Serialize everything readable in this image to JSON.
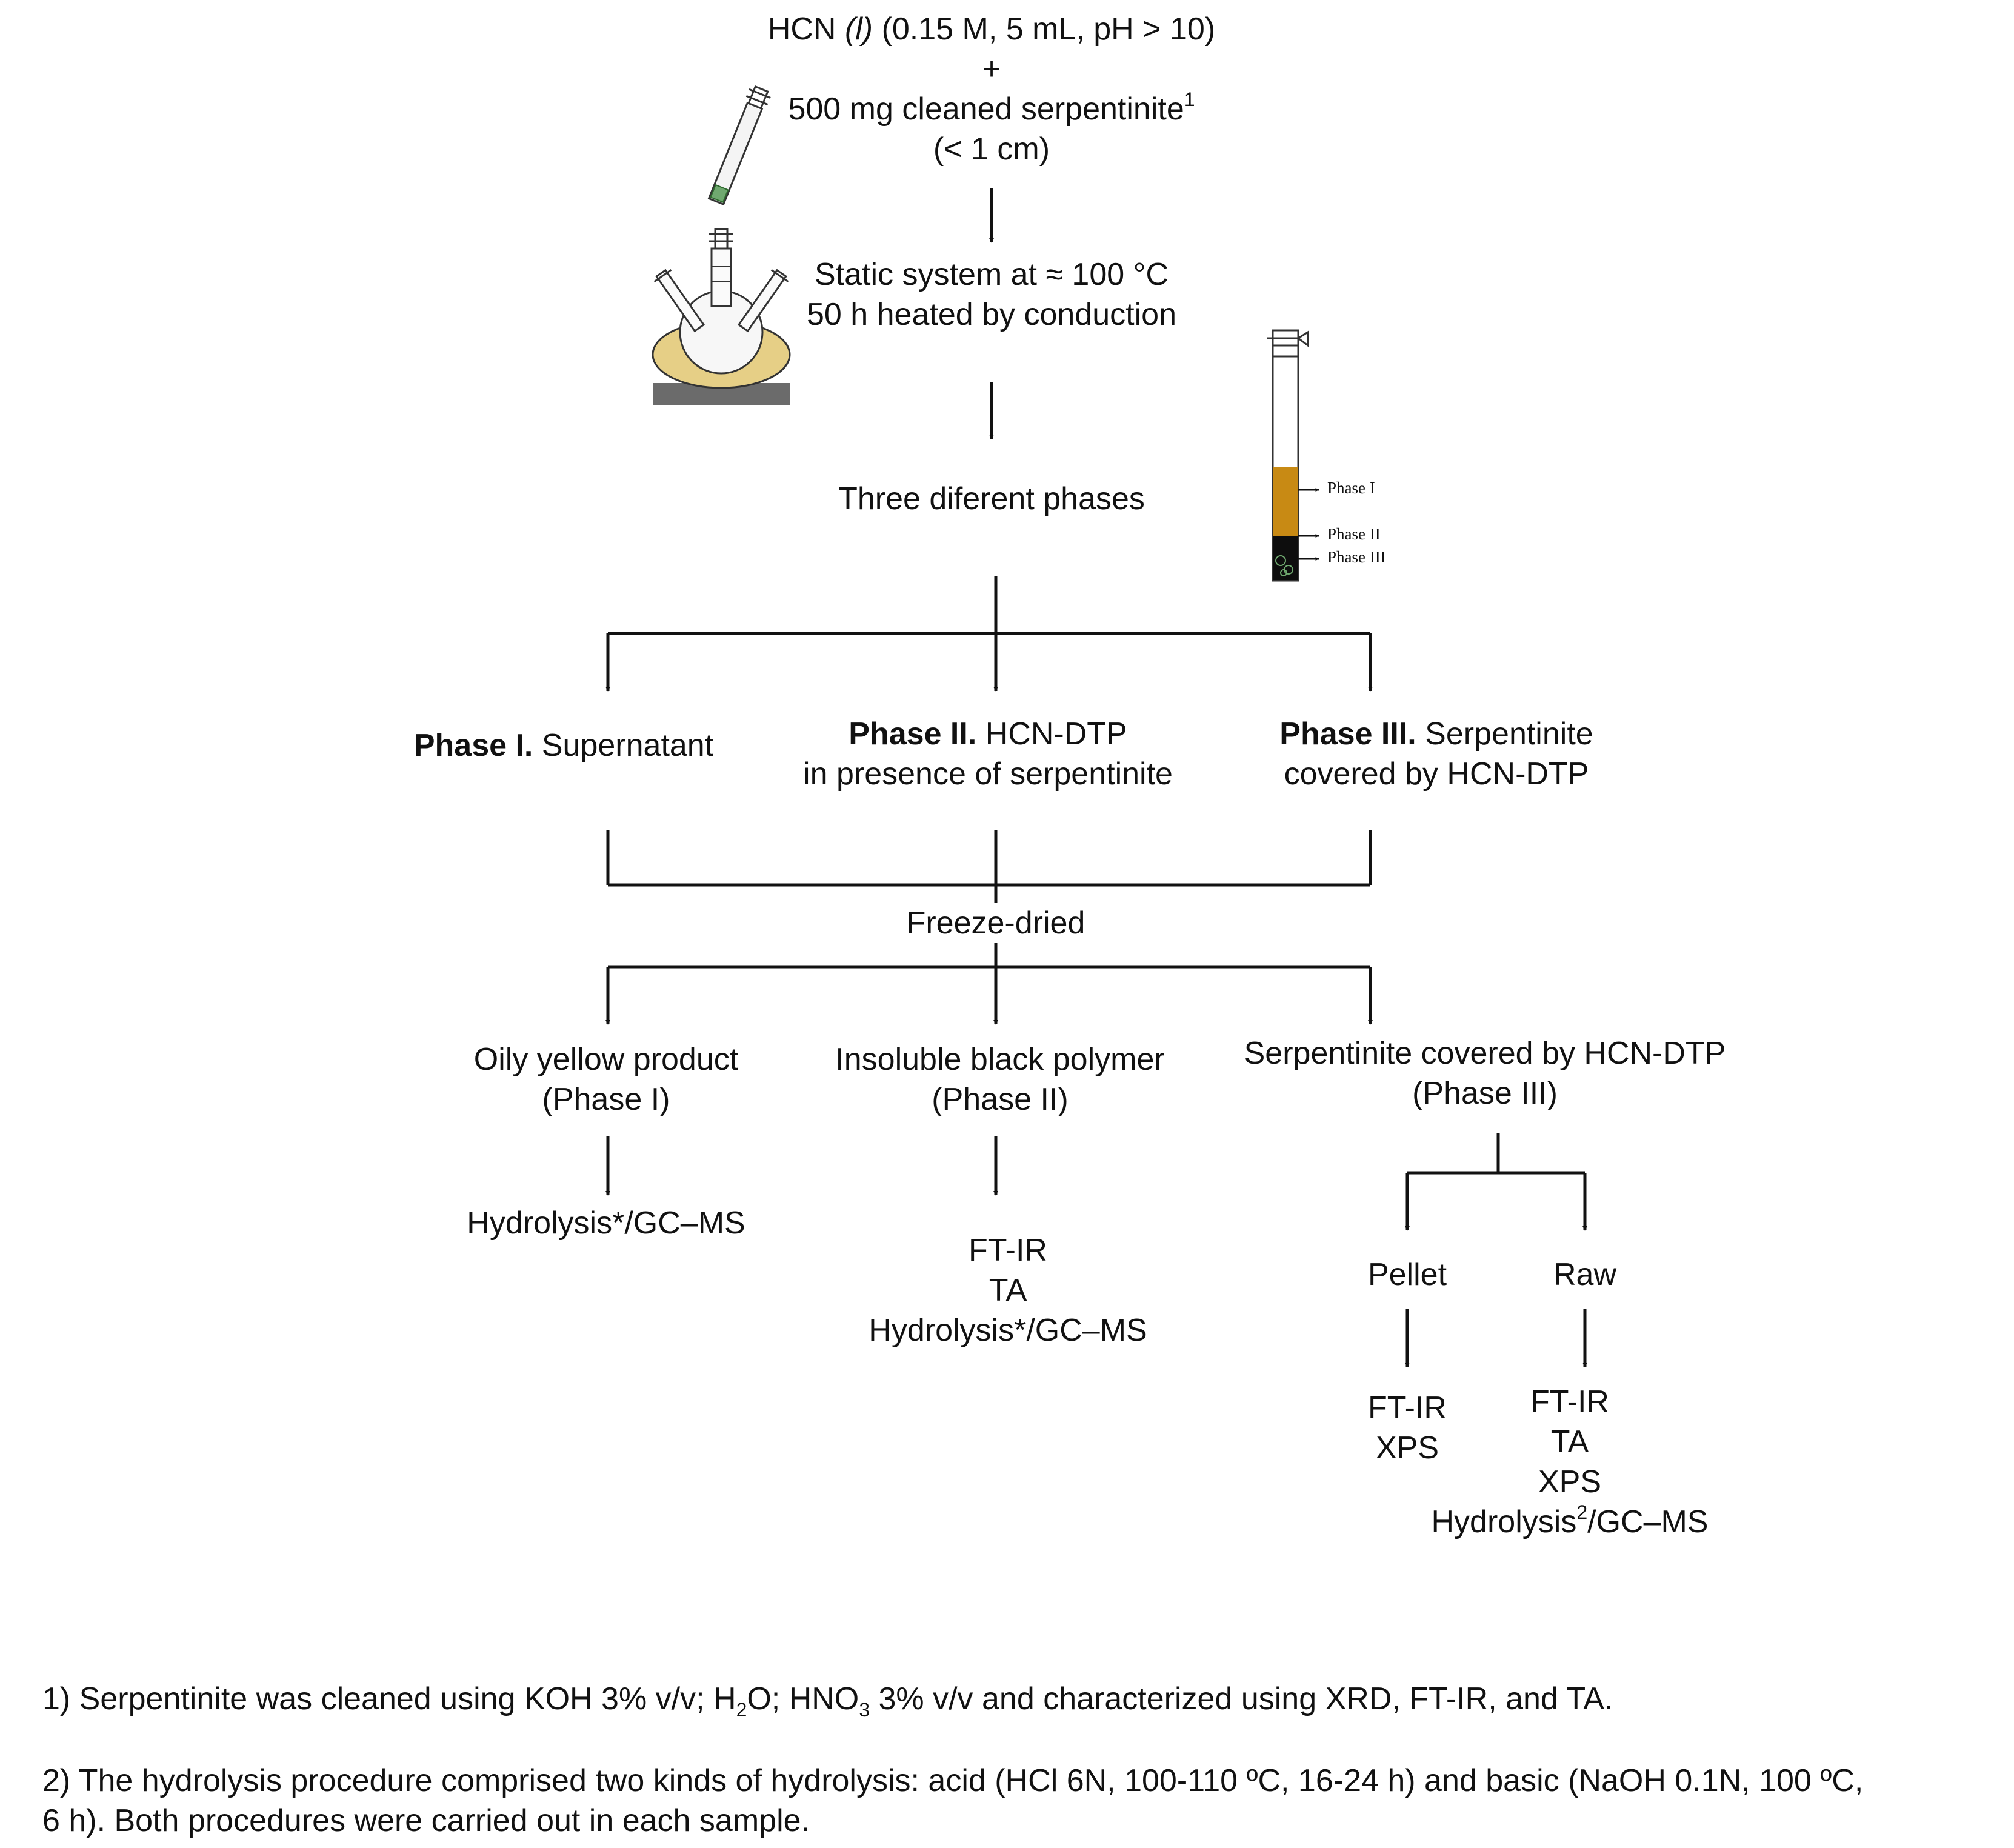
{
  "colors": {
    "line": "#111111",
    "phase1_fill": "#c88a14",
    "phase2_fill": "#0d0d0d",
    "stand": "#6b6b6b",
    "mantle": "#e6cf86"
  },
  "start": {
    "line1_pre": "HCN ",
    "line1_l": "(l)",
    "line1_post": " (0.15 M, 5 mL, pH > 10)",
    "plus": "+",
    "line2": "500 mg cleaned serpentinite",
    "line2_sup": "1",
    "line3": "(< 1 cm)"
  },
  "static": {
    "line1": "Static system at ≈ 100 °C",
    "line2": "50 h heated by conduction"
  },
  "phases_title": "Three diferent phases",
  "tube_labels": {
    "p1": "Phase I",
    "p2": "Phase II",
    "p3": "Phase III"
  },
  "phase_heads": {
    "p1_bold": "Phase I.",
    "p1_rest": " Supernatant",
    "p2_bold": "Phase II.",
    "p2_rest": " HCN-DTP",
    "p2_line2": "in presence of serpentinite",
    "p3_bold": "Phase III.",
    "p3_rest": " Serpentinite",
    "p3_line2": "covered by HCN-DTP"
  },
  "freeze": "Freeze-dried",
  "products": {
    "p1_line1": "Oily yellow product",
    "p1_line2": "(Phase I)",
    "p2_line1": "Insoluble black polymer",
    "p2_line2": "(Phase II)",
    "p3_line1": "Serpentinite covered by HCN-DTP",
    "p3_line2": "(Phase III)"
  },
  "analysis": {
    "p1": "Hydrolysis*/GC–MS",
    "p2": [
      "FT-IR",
      "TA",
      "Hydrolysis*/GC–MS"
    ],
    "pellet_label": "Pellet",
    "raw_label": "Raw",
    "pellet": [
      "FT-IR",
      "XPS"
    ],
    "raw": [
      "FT-IR",
      "TA",
      "XPS"
    ],
    "raw_hydro_pre": "Hydrolysis",
    "raw_hydro_sup": "2",
    "raw_hydro_post": "/GC–MS"
  },
  "footnotes": {
    "f1_a": "1) Serpentinite was cleaned using KOH 3% v/v; H",
    "f1_sub1": "2",
    "f1_b": "O; HNO",
    "f1_sub2": "3",
    "f1_c": " 3% v/v and characterized using XRD, FT-IR, and TA.",
    "f2_line1": "2) The hydrolysis procedure comprised two kinds of hydrolysis: acid (HCl 6N, 100-110 ºC, 16-24 h) and basic (NaOH 0.1N, 100 ºC,",
    "f2_line2": "6 h). Both procedures were carried out in each sample."
  }
}
